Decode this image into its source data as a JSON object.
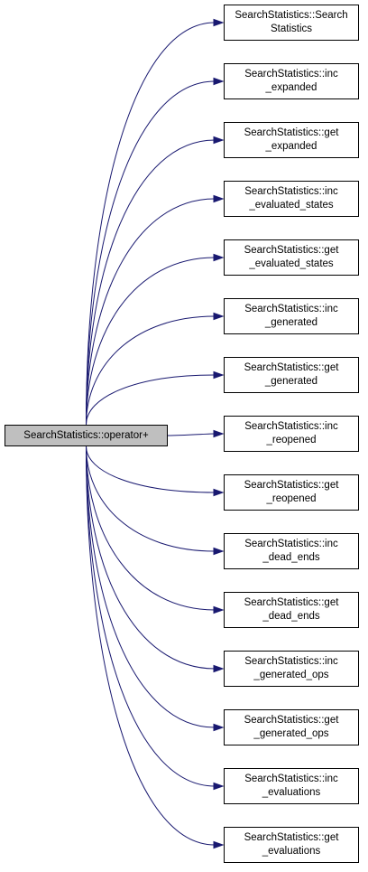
{
  "diagram": {
    "type": "call-graph",
    "colors": {
      "edge": "#191970",
      "source_fill": "#bfbfbf",
      "node_fill": "#ffffff",
      "border": "#000000"
    },
    "source": {
      "label": "SearchStatistics::operator+"
    },
    "targets": [
      {
        "label": "SearchStatistics::Search\nStatistics"
      },
      {
        "label": "SearchStatistics::inc\n_expanded"
      },
      {
        "label": "SearchStatistics::get\n_expanded"
      },
      {
        "label": "SearchStatistics::inc\n_evaluated_states"
      },
      {
        "label": "SearchStatistics::get\n_evaluated_states"
      },
      {
        "label": "SearchStatistics::inc\n_generated"
      },
      {
        "label": "SearchStatistics::get\n_generated"
      },
      {
        "label": "SearchStatistics::inc\n_reopened"
      },
      {
        "label": "SearchStatistics::get\n_reopened"
      },
      {
        "label": "SearchStatistics::inc\n_dead_ends"
      },
      {
        "label": "SearchStatistics::get\n_dead_ends"
      },
      {
        "label": "SearchStatistics::inc\n_generated_ops"
      },
      {
        "label": "SearchStatistics::get\n_generated_ops"
      },
      {
        "label": "SearchStatistics::inc\n_evaluations"
      },
      {
        "label": "SearchStatistics::get\n_evaluations"
      }
    ]
  }
}
